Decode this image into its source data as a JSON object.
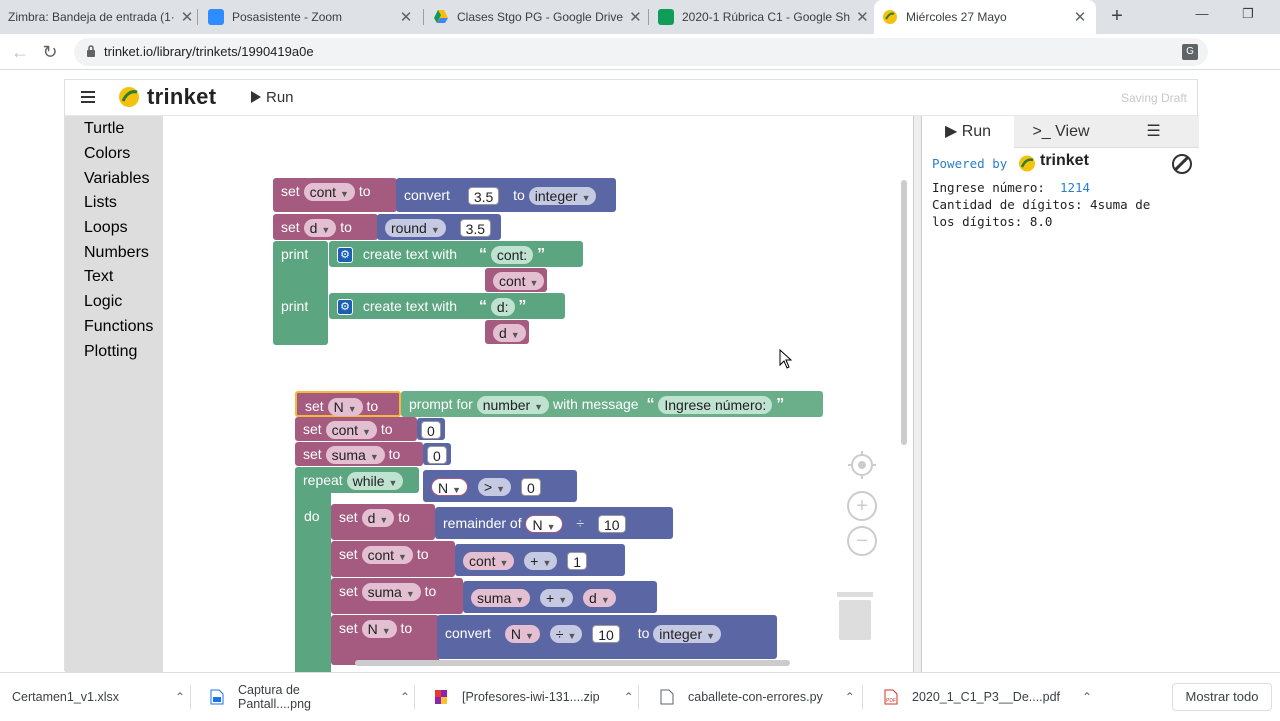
{
  "browser": {
    "tabs": [
      {
        "title": "Zimbra: Bandeja de entrada (1·",
        "favicon": "zimbra-icon"
      },
      {
        "title": "Posasistente - Zoom",
        "favicon": "zoom-icon"
      },
      {
        "title": "Clases Stgo PG - Google Drive",
        "favicon": "google-drive-icon"
      },
      {
        "title": "2020-1 Rúbrica C1 - Google Sh",
        "favicon": "google-sheets-icon"
      },
      {
        "title": "Miércoles 27 Mayo",
        "favicon": "trinket-icon",
        "active": true
      }
    ],
    "url": "trinket.io/library/trinkets/1990419a0e"
  },
  "app": {
    "logo_text": "trinket",
    "run_label": "Run",
    "saving_status": "Saving Draft"
  },
  "toolbox": {
    "categories": [
      "Turtle",
      "Colors",
      "Variables",
      "Lists",
      "Loops",
      "Numbers",
      "Text",
      "Logic",
      "Functions",
      "Plotting"
    ]
  },
  "blocks": {
    "group1": {
      "set_cont": {
        "kw": "set",
        "var": "cont",
        "to": "to",
        "fn": "convert",
        "val": "3.5",
        "to2": "to",
        "type": "integer"
      },
      "set_d": {
        "kw": "set",
        "var": "d",
        "to": "to",
        "fn": "round",
        "val": "3.5"
      },
      "print1": {
        "kw": "print",
        "fn": "create text with",
        "text": "cont:",
        "var": "cont"
      },
      "print2": {
        "kw": "print",
        "fn": "create text with",
        "text": "d:",
        "var": "d"
      }
    },
    "group2": {
      "set_n": {
        "kw": "set",
        "var": "N",
        "to": "to",
        "fn": "prompt for",
        "kind": "number",
        "with": "with message",
        "msg": "Ingrese número:"
      },
      "set_cont": {
        "kw": "set",
        "var": "cont",
        "to": "to",
        "val": "0"
      },
      "set_suma": {
        "kw": "set",
        "var": "suma",
        "to": "to",
        "val": "0"
      },
      "repeat": {
        "kw": "repeat",
        "mode": "while",
        "lhs": "N",
        "op": ">",
        "rhs": "0",
        "do": "do"
      },
      "set_d": {
        "kw": "set",
        "var": "d",
        "to": "to",
        "fn": "remainder of",
        "a": "N",
        "op": "÷",
        "b": "10"
      },
      "set_cont2": {
        "kw": "set",
        "var": "cont",
        "to": "to",
        "a": "cont",
        "op": "+",
        "b": "1"
      },
      "set_suma2": {
        "kw": "set",
        "var": "suma",
        "to": "to",
        "a": "suma",
        "op": "+",
        "b": "d"
      },
      "set_n2": {
        "kw": "set",
        "var": "N",
        "to": "to",
        "fn": "convert",
        "a": "N",
        "op": "÷",
        "b": "10",
        "to2": "to",
        "type": "integer"
      }
    }
  },
  "output": {
    "tab_run": "Run",
    "tab_view": ">_ View",
    "powered_by": "Powered by",
    "powered_brand": "trinket",
    "line1_prompt": "Ingrese número:  ",
    "line1_input": "1214",
    "line2": "Cantidad de dígitos: 4suma de",
    "line3": "los dígitos: 8.0"
  },
  "downloads": {
    "items": [
      {
        "name": "Certamen1_v1.xlsx",
        "icon": "excel-file-icon"
      },
      {
        "name": "Captura de Pantall....png",
        "icon": "image-file-icon"
      },
      {
        "name": "[Profesores-iwi-131....zip",
        "icon": "zip-file-icon"
      },
      {
        "name": "caballete-con-errores.py",
        "icon": "python-file-icon"
      },
      {
        "name": "2020_1_C1_P3__De....pdf",
        "icon": "pdf-file-icon"
      }
    ],
    "show_all": "Mostrar todo"
  },
  "colors": {
    "variables_block": "#a55b80",
    "math_block": "#5b67a5",
    "text_block": "#5ba580"
  }
}
